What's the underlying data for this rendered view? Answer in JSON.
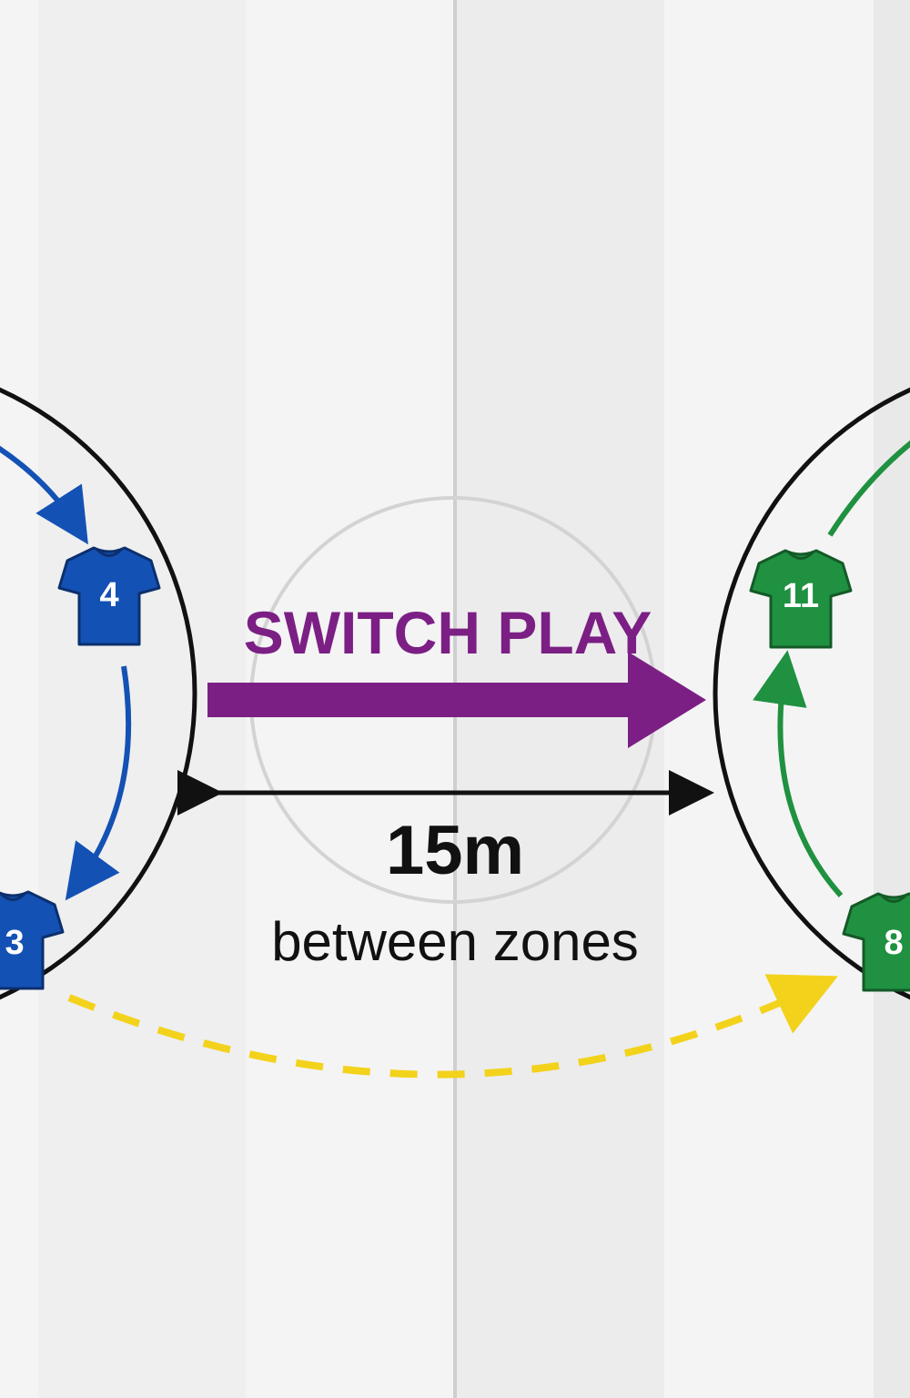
{
  "diagram": {
    "title": "SWITCH PLAY",
    "distance": "15m",
    "distance_caption": "between zones",
    "players": {
      "blue_a": "4",
      "blue_b": "3",
      "green_a": "11",
      "green_b": "8"
    },
    "colors": {
      "blue_team": "#1451b4",
      "green_team": "#1f9140",
      "switch_arrow": "#7b1f85",
      "long_pass": "#f3d21c",
      "zone_outline": "#111111",
      "pitch_light": "#f4f4f4",
      "pitch_dark": "#e9e9e9"
    },
    "icons": {
      "player": "shirt-icon",
      "switch": "arrow-right-icon",
      "measure": "double-arrow-icon"
    }
  }
}
